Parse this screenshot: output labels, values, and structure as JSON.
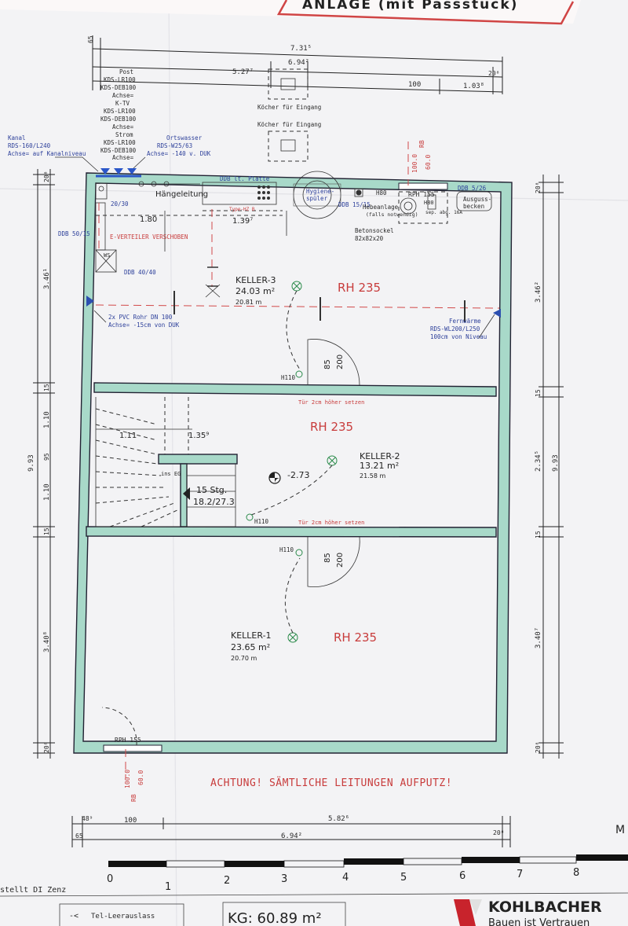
{
  "header": {
    "title_fragment": "ANLAGE (mit Passstück)"
  },
  "top_dims": {
    "d_065": "65",
    "d_731": "7.31⁵",
    "d_694_top": "6.94²",
    "d_527": "5.27⁷",
    "d_100": "100",
    "d_103": "1.03⁸",
    "d_020": "20⁸"
  },
  "koecher": {
    "label1": "Köcher für Eingang",
    "label2": "Köcher für Eingang"
  },
  "utility_post": [
    "Post",
    "KDS-LR100",
    "KDS-DEB100",
    "Achse=",
    "K-TV",
    "KDS-LR100",
    "KDS-DEB100",
    "Achse=",
    "Strom",
    "KDS-LR100",
    "KDS-DEB100",
    "Achse="
  ],
  "utility_kanal": [
    "Kanal",
    "RDS-160/L240",
    "Achse= auf Kanalniveau"
  ],
  "utility_wasser": [
    "Ortswasser",
    "RDS-W25/63",
    "Achse= -140 v. DUK"
  ],
  "labels": {
    "haengeleitung": "Hängeleitung",
    "ddb_platte": "DDB lt. Platte",
    "type": "Type-HZ B",
    "hygiene": "Hygiene-",
    "spueler": "spüler",
    "ddb_15": "DDB 15/15",
    "h80": "H80",
    "rph_top": "RPH 155",
    "h80b": "H80",
    "ddb_526": "DDB 5/26",
    "ausguss": "Ausguss-",
    "becken": "becken",
    "hebeanlage": "Hebeanlage",
    "falls": "(falls notwendig)",
    "sep": "sep. abg. 16A",
    "betonsockel": "Betonsockel",
    "betonsockel_size": "82x82x20",
    "ddb_2030": "20/30",
    "ddb_5015": "DDB 50/15",
    "everteiler": "E-VERTEILER VERSCHOBEN",
    "ws": "WS",
    "ddb_4040": "DDB 40/40",
    "pvc1": "2x PVC Rohr DN 100",
    "pvc2": "Achse= -15cm von DUK",
    "fern1": "Fernwärme",
    "fern2": "RDS-WL200/L250",
    "fern3": "100cm von Niveau",
    "h110a": "H110",
    "h110b": "H110",
    "h110c": "H110",
    "hoeher1": "Tür 2cm höher setzen",
    "hoeher2": "Tür 2cm höher setzen",
    "stg1": "15 Stg.",
    "stg2": "18.2/27.3",
    "level": "-2.73",
    "rph_bottom": "RPH 155",
    "door_85": "85",
    "door_200": "200",
    "door2_85": "85",
    "door2_200": "200",
    "d_180": "1.80",
    "d_139": "1.39⁷",
    "d_111": "1.11",
    "d_135": "1.35⁹",
    "fb_top": "100.0",
    "fb_top2": "60.0",
    "fb_bot": "100.0",
    "fb_bot2": "60.0",
    "rb_top": "RB",
    "rb_bot": "RB",
    "ins_eg": "ins EG"
  },
  "rooms": [
    {
      "name": "KELLER-3",
      "area": "24.03  m²",
      "perim": "20.81  m",
      "rh": "RH 235"
    },
    {
      "name": "KELLER-2",
      "area": "13.21  m²",
      "perim": "21.58  m",
      "rh": "RH 235"
    },
    {
      "name": "KELLER-1",
      "area": "23.65  m²",
      "perim": "20.70  m",
      "rh": "RH 235"
    }
  ],
  "hall_rh": "RH 235",
  "left_dims": {
    "d1": "20⁸",
    "d2": "3.46¹",
    "d3": "15",
    "d4": "1.10",
    "d5": "9.93",
    "d6": "95",
    "d7": "1.10",
    "d8": "15",
    "d9": "3.40⁸",
    "d10": "20⁸"
  },
  "right_dims": {
    "d1": "20⁸",
    "d2": "3.46²",
    "d3": "15",
    "d4": "2.34⁵",
    "d5": "9.93",
    "d6": "15",
    "d7": "3.40⁷",
    "d8": "20⁸"
  },
  "warning": "ACHTUNG! SÄMTLICHE LEITUNGEN AUFPUTZ!",
  "bottom_dims": {
    "d_489": "48⁹",
    "d_100": "100",
    "d_582": "5.82⁶",
    "d_65": "65",
    "d_694": "6.94²",
    "d_20": "20⁸"
  },
  "scale": {
    "ticks": [
      "0",
      "1",
      "2",
      "3",
      "4",
      "5",
      "6",
      "7",
      "8"
    ]
  },
  "footer": {
    "author": "erstellt DI Zenz",
    "legend1": "Tel-Leerauslass",
    "kg": "KG: 60.89  m²",
    "brand": "KOHLBACHER",
    "slogan": "Bauen ist Vertrauen",
    "side_letter": "M"
  }
}
